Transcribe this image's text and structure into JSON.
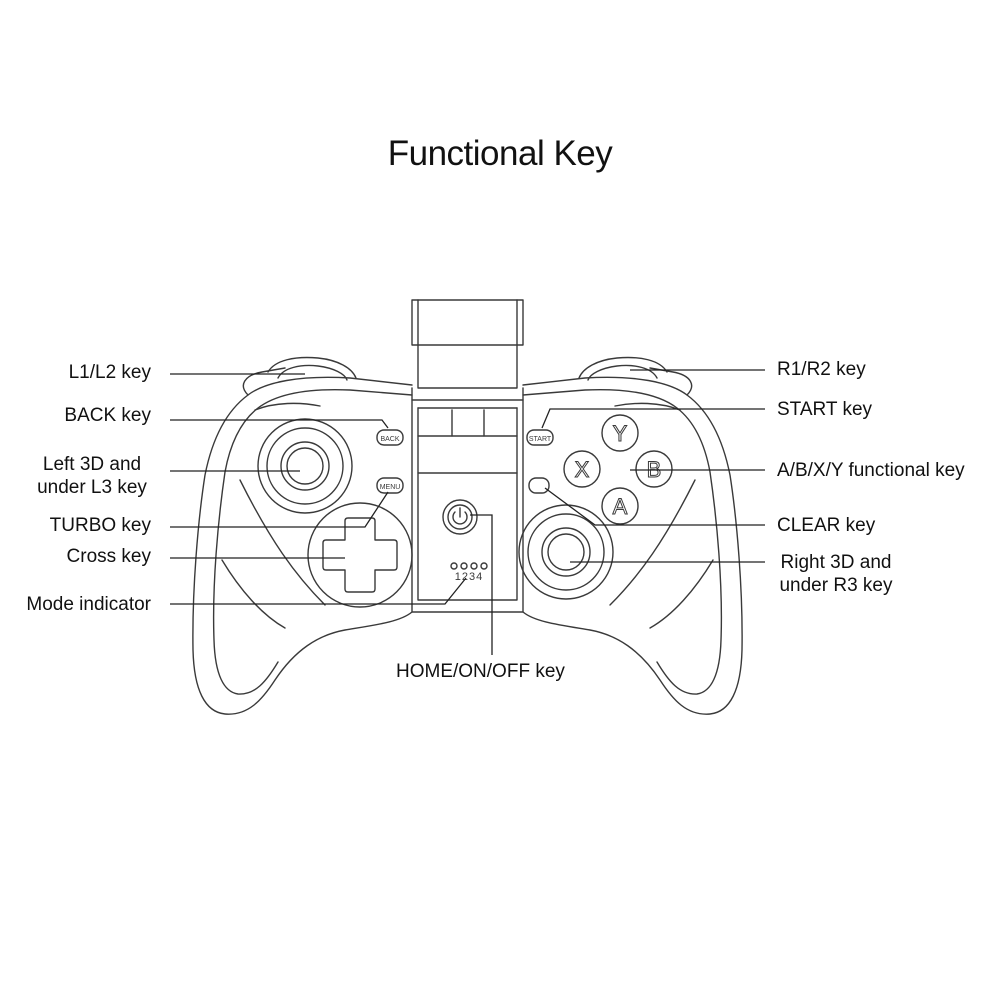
{
  "title": "Functional Key",
  "labels": {
    "l1l2": "L1/L2 key",
    "back": "BACK key",
    "left3d_line1": "Left 3D and",
    "left3d_line2": "under L3 key",
    "turbo": "TURBO key",
    "cross": "Cross key",
    "mode": "Mode indicator",
    "r1r2": "R1/R2 key",
    "start": "START key",
    "abxy": "A/B/X/Y functional key",
    "clear": "CLEAR key",
    "right3d_line1": "Right 3D and",
    "right3d_line2": "under R3 key",
    "home": "HOME/ON/OFF key"
  },
  "controller": {
    "back_btn": "BACK",
    "menu_btn": "MENU",
    "start_btn": "START",
    "btn_y": "Y",
    "btn_x": "X",
    "btn_b": "B",
    "btn_a": "A",
    "mode_numbers": "1234"
  }
}
